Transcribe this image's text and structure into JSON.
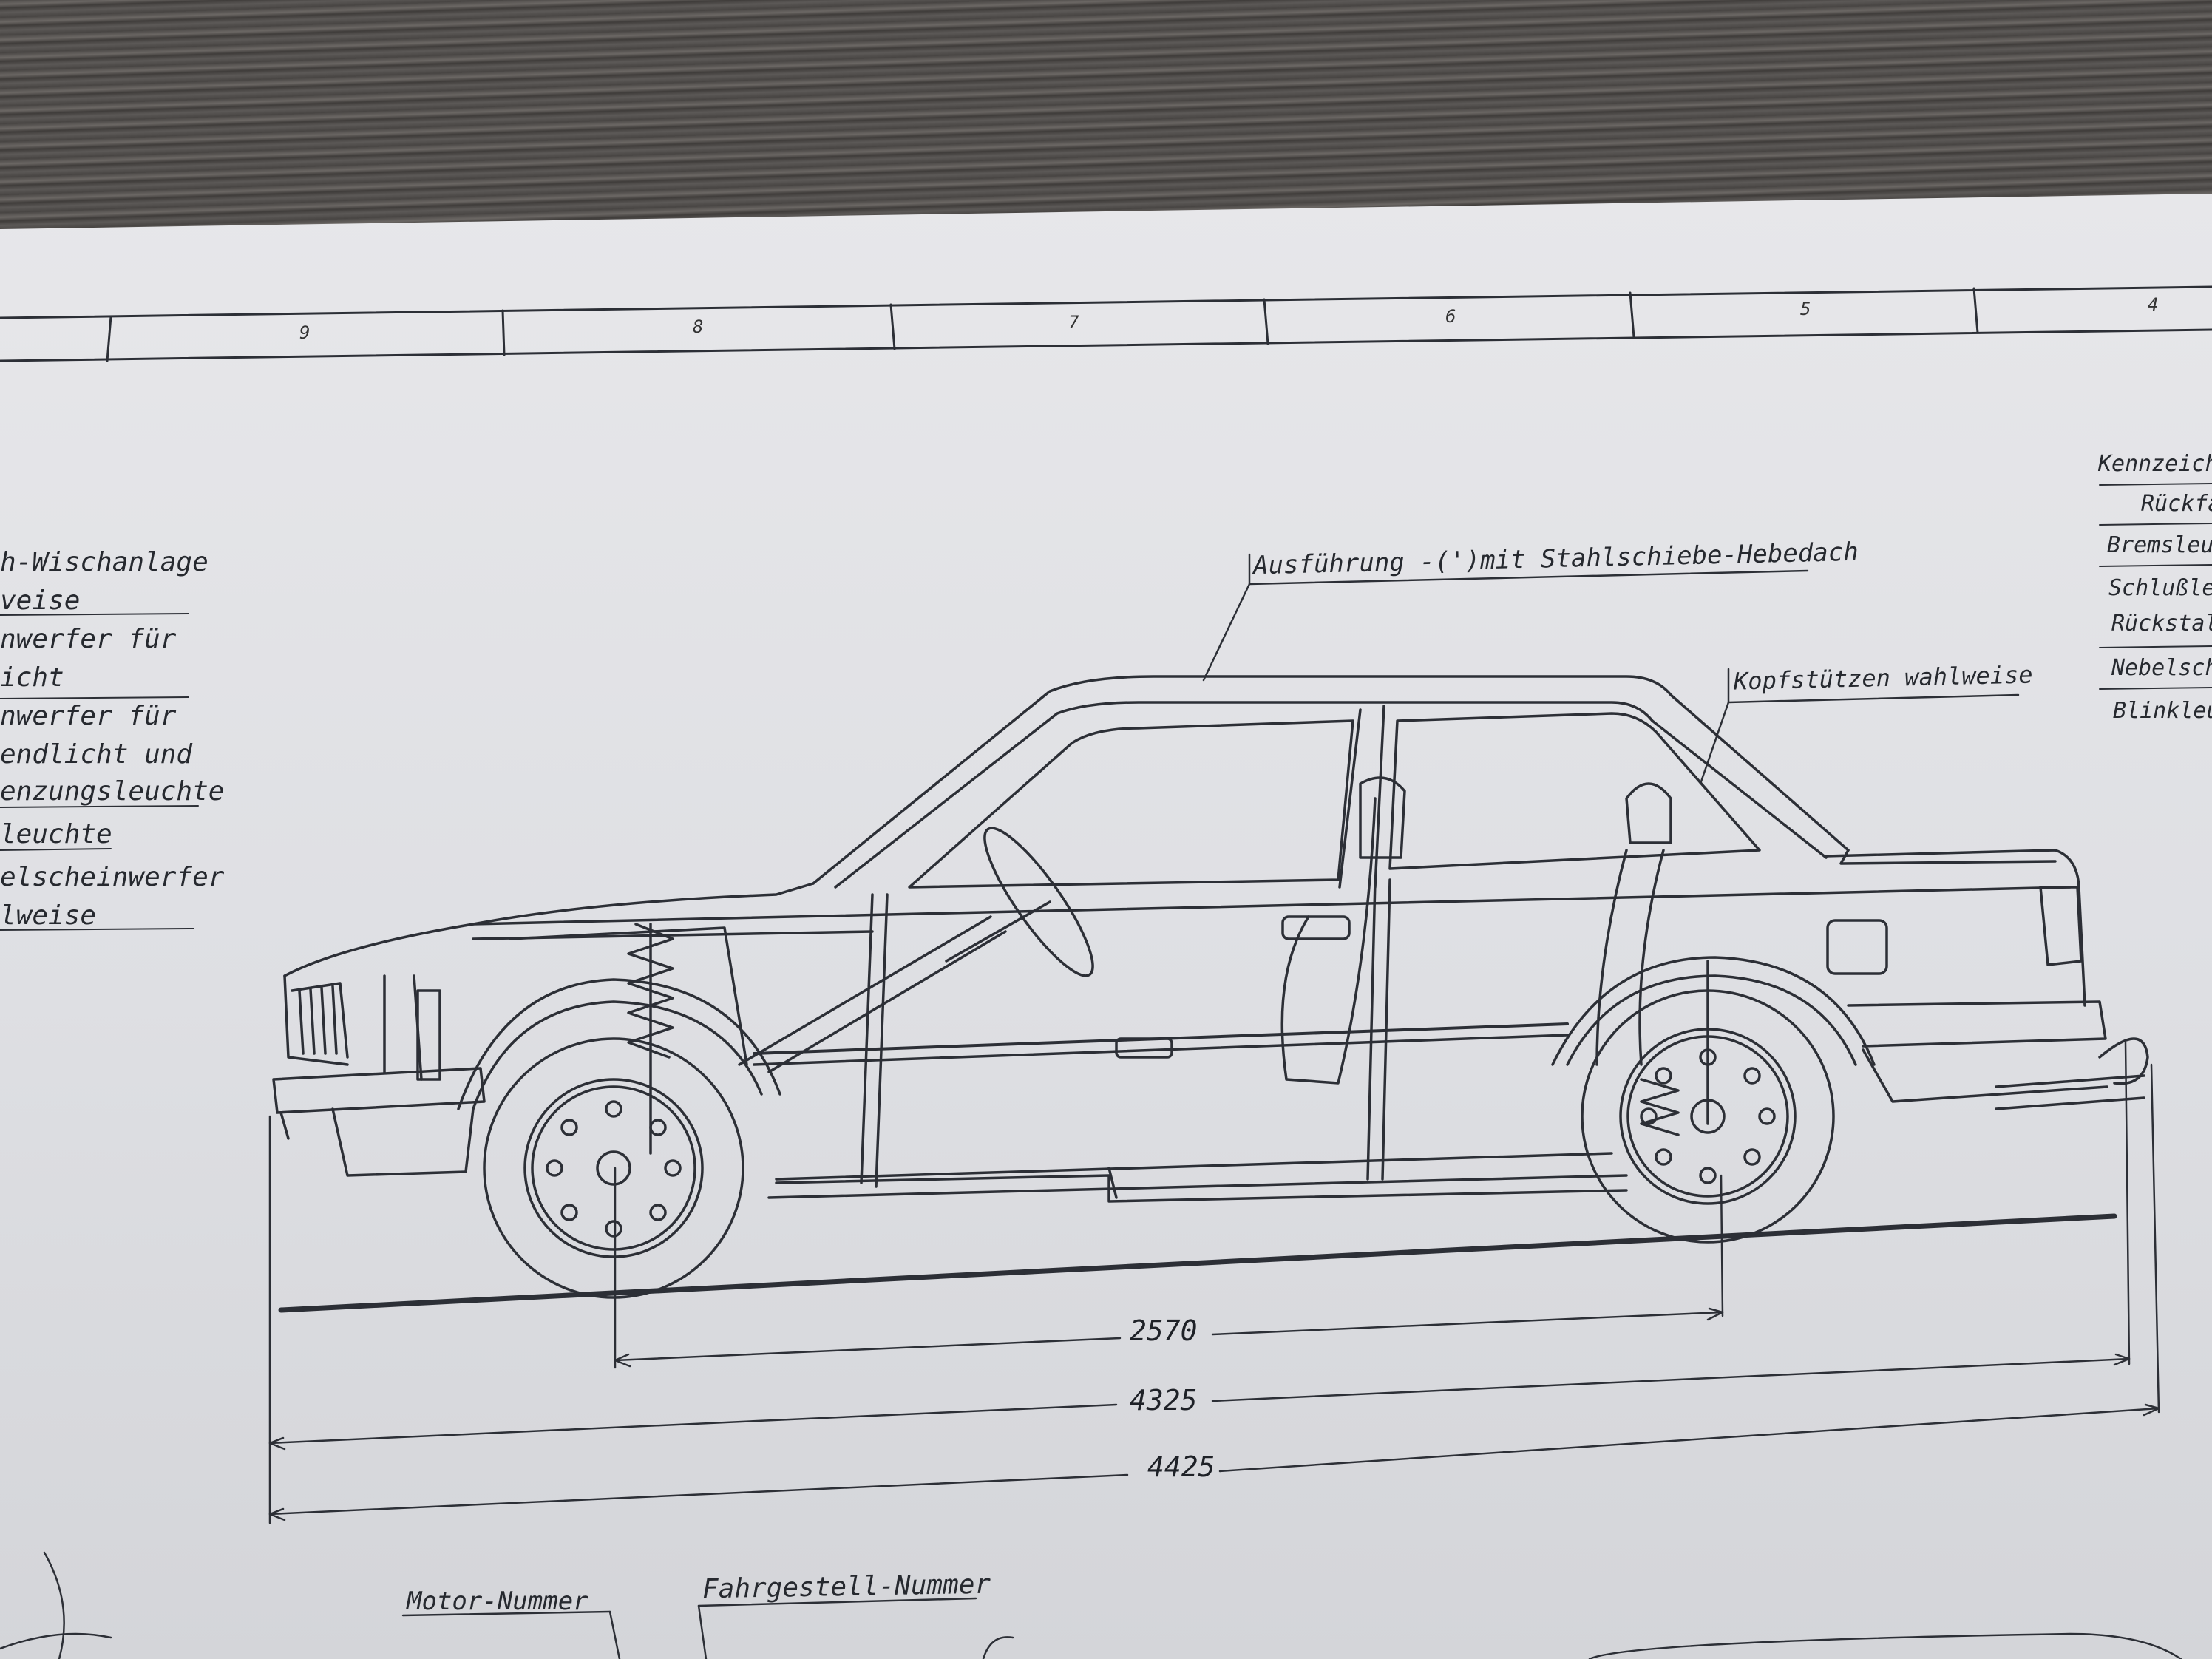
{
  "grid_numbers": [
    "9",
    "8",
    "7",
    "6",
    "5",
    "4"
  ],
  "labels": {
    "sunroof": "Ausführung -(')mit Stahlschiebe-Hebedach",
    "headrests": "Kopfstützen wahlweise"
  },
  "left_labels": [
    "h-Wischanlage",
    "veise",
    "nwerfer für",
    "icht",
    "nwerfer für",
    "endlicht und",
    "enzungsleuchte",
    "leuchte",
    "elscheinwerfer",
    "lweise"
  ],
  "right_labels": [
    "Kennzeich",
    "Rückfahrl",
    "Bremsleu",
    "Schlußleu",
    "Rückstal",
    "Nebelsch",
    "Blinkleuc"
  ],
  "dimensions": {
    "wheelbase": "2570",
    "length_a": "4325",
    "length_b": "4425"
  },
  "footer_labels": {
    "motor": "Motor-Nummer",
    "chassis": "Fahrgestell-Nummer"
  }
}
